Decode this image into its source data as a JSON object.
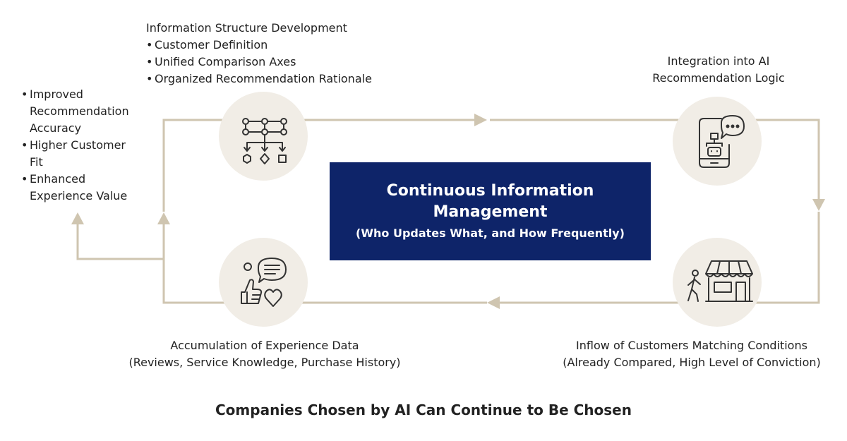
{
  "nodes": {
    "structure": {
      "title": "Information Structure Development",
      "items": [
        "Customer Definition",
        "Unified Comparison Axes",
        "Organized Recommendation Rationale"
      ],
      "icon": "flowchart-icon"
    },
    "integration": {
      "lines": [
        "Integration into AI",
        "Recommendation Logic"
      ],
      "icon": "smartphone-chat-icon"
    },
    "inflow": {
      "lines": [
        "Inflow of Customers Matching Conditions",
        "(Already Compared, High Level of Conviction)"
      ],
      "icon": "storefront-walker-icon"
    },
    "accumulation": {
      "lines": [
        "Accumulation of Experience Data",
        "(Reviews, Service Knowledge, Purchase History)"
      ],
      "icon": "feedback-icon"
    }
  },
  "outcomes": [
    "Improved Recommendation Accuracy",
    "Higher Customer Fit",
    "Enhanced Experience Value"
  ],
  "center": {
    "title_lines": [
      "Continuous Information",
      "Management"
    ],
    "subtitle": "(Who Updates What, and How Frequently)"
  },
  "footer": "Companies Chosen by AI Can Continue to Be Chosen",
  "colors": {
    "loop": "#cfc5b0",
    "circle": "#f1ede6",
    "icon": "#333333",
    "center_bg": "#0e2469",
    "center_text": "#ffffff"
  }
}
